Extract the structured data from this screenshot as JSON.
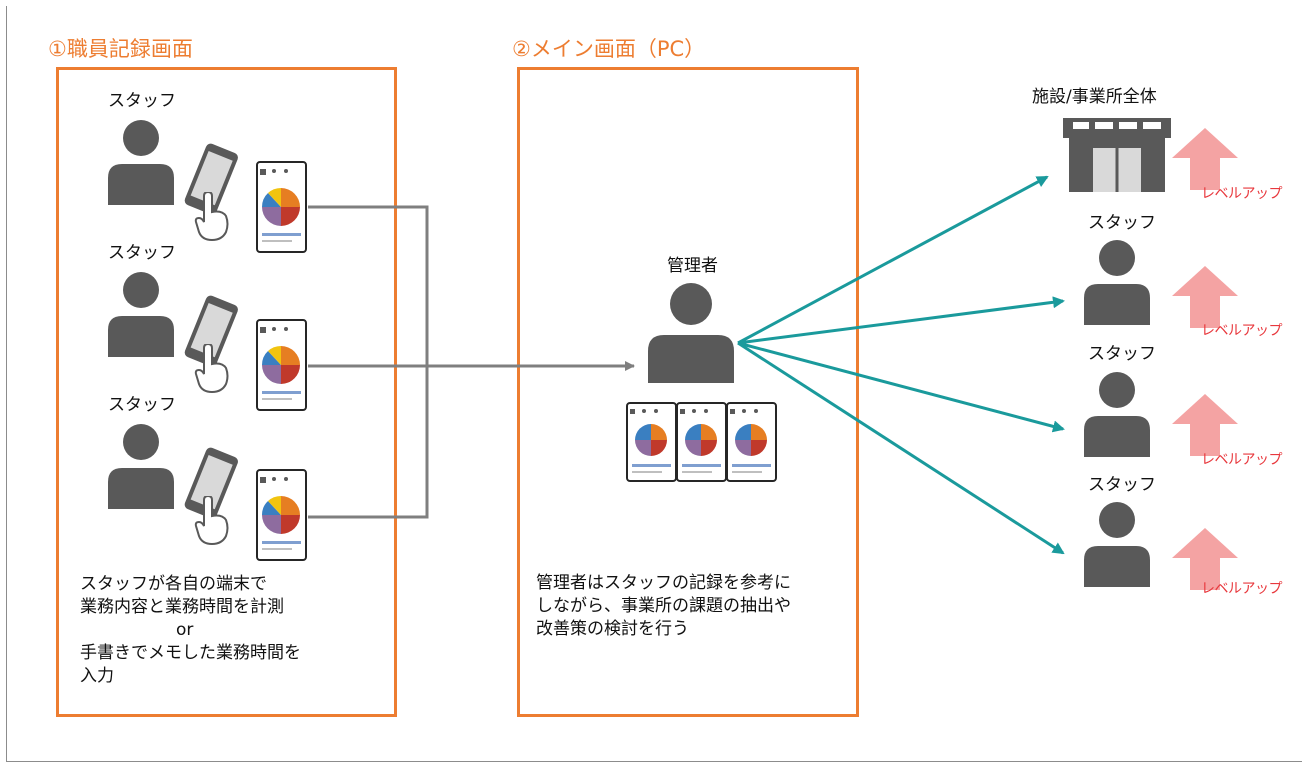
{
  "section1": {
    "title": "①職員記録画面",
    "staff_label": "スタッフ",
    "description": [
      "スタッフが各自の端末で",
      "業務内容と業務時間を計測",
      "or",
      "手書きでメモした業務時間を",
      "入力"
    ]
  },
  "section2": {
    "title": "②メイン画面（PC）",
    "manager_label": "管理者",
    "description": [
      "管理者はスタッフの記録を参考に",
      "しながら、事業所の課題の抽出や",
      "改善策の検討を行う"
    ]
  },
  "results": {
    "facility_label": "施設/事業所全体",
    "staff_label": "スタッフ",
    "levelup_label": "レベルアップ"
  },
  "colors": {
    "accent_orange": "#ed7d31",
    "connector_gray": "#7f7f7f",
    "arrow_teal": "#1a9a9c",
    "levelup_red": "#e8383d",
    "person_gray": "#595959"
  },
  "icons": [
    "person-icon",
    "smartphone-icon",
    "tapping-hand-icon",
    "pie-chart-screen-icon",
    "building-icon",
    "up-arrow-icon"
  ]
}
